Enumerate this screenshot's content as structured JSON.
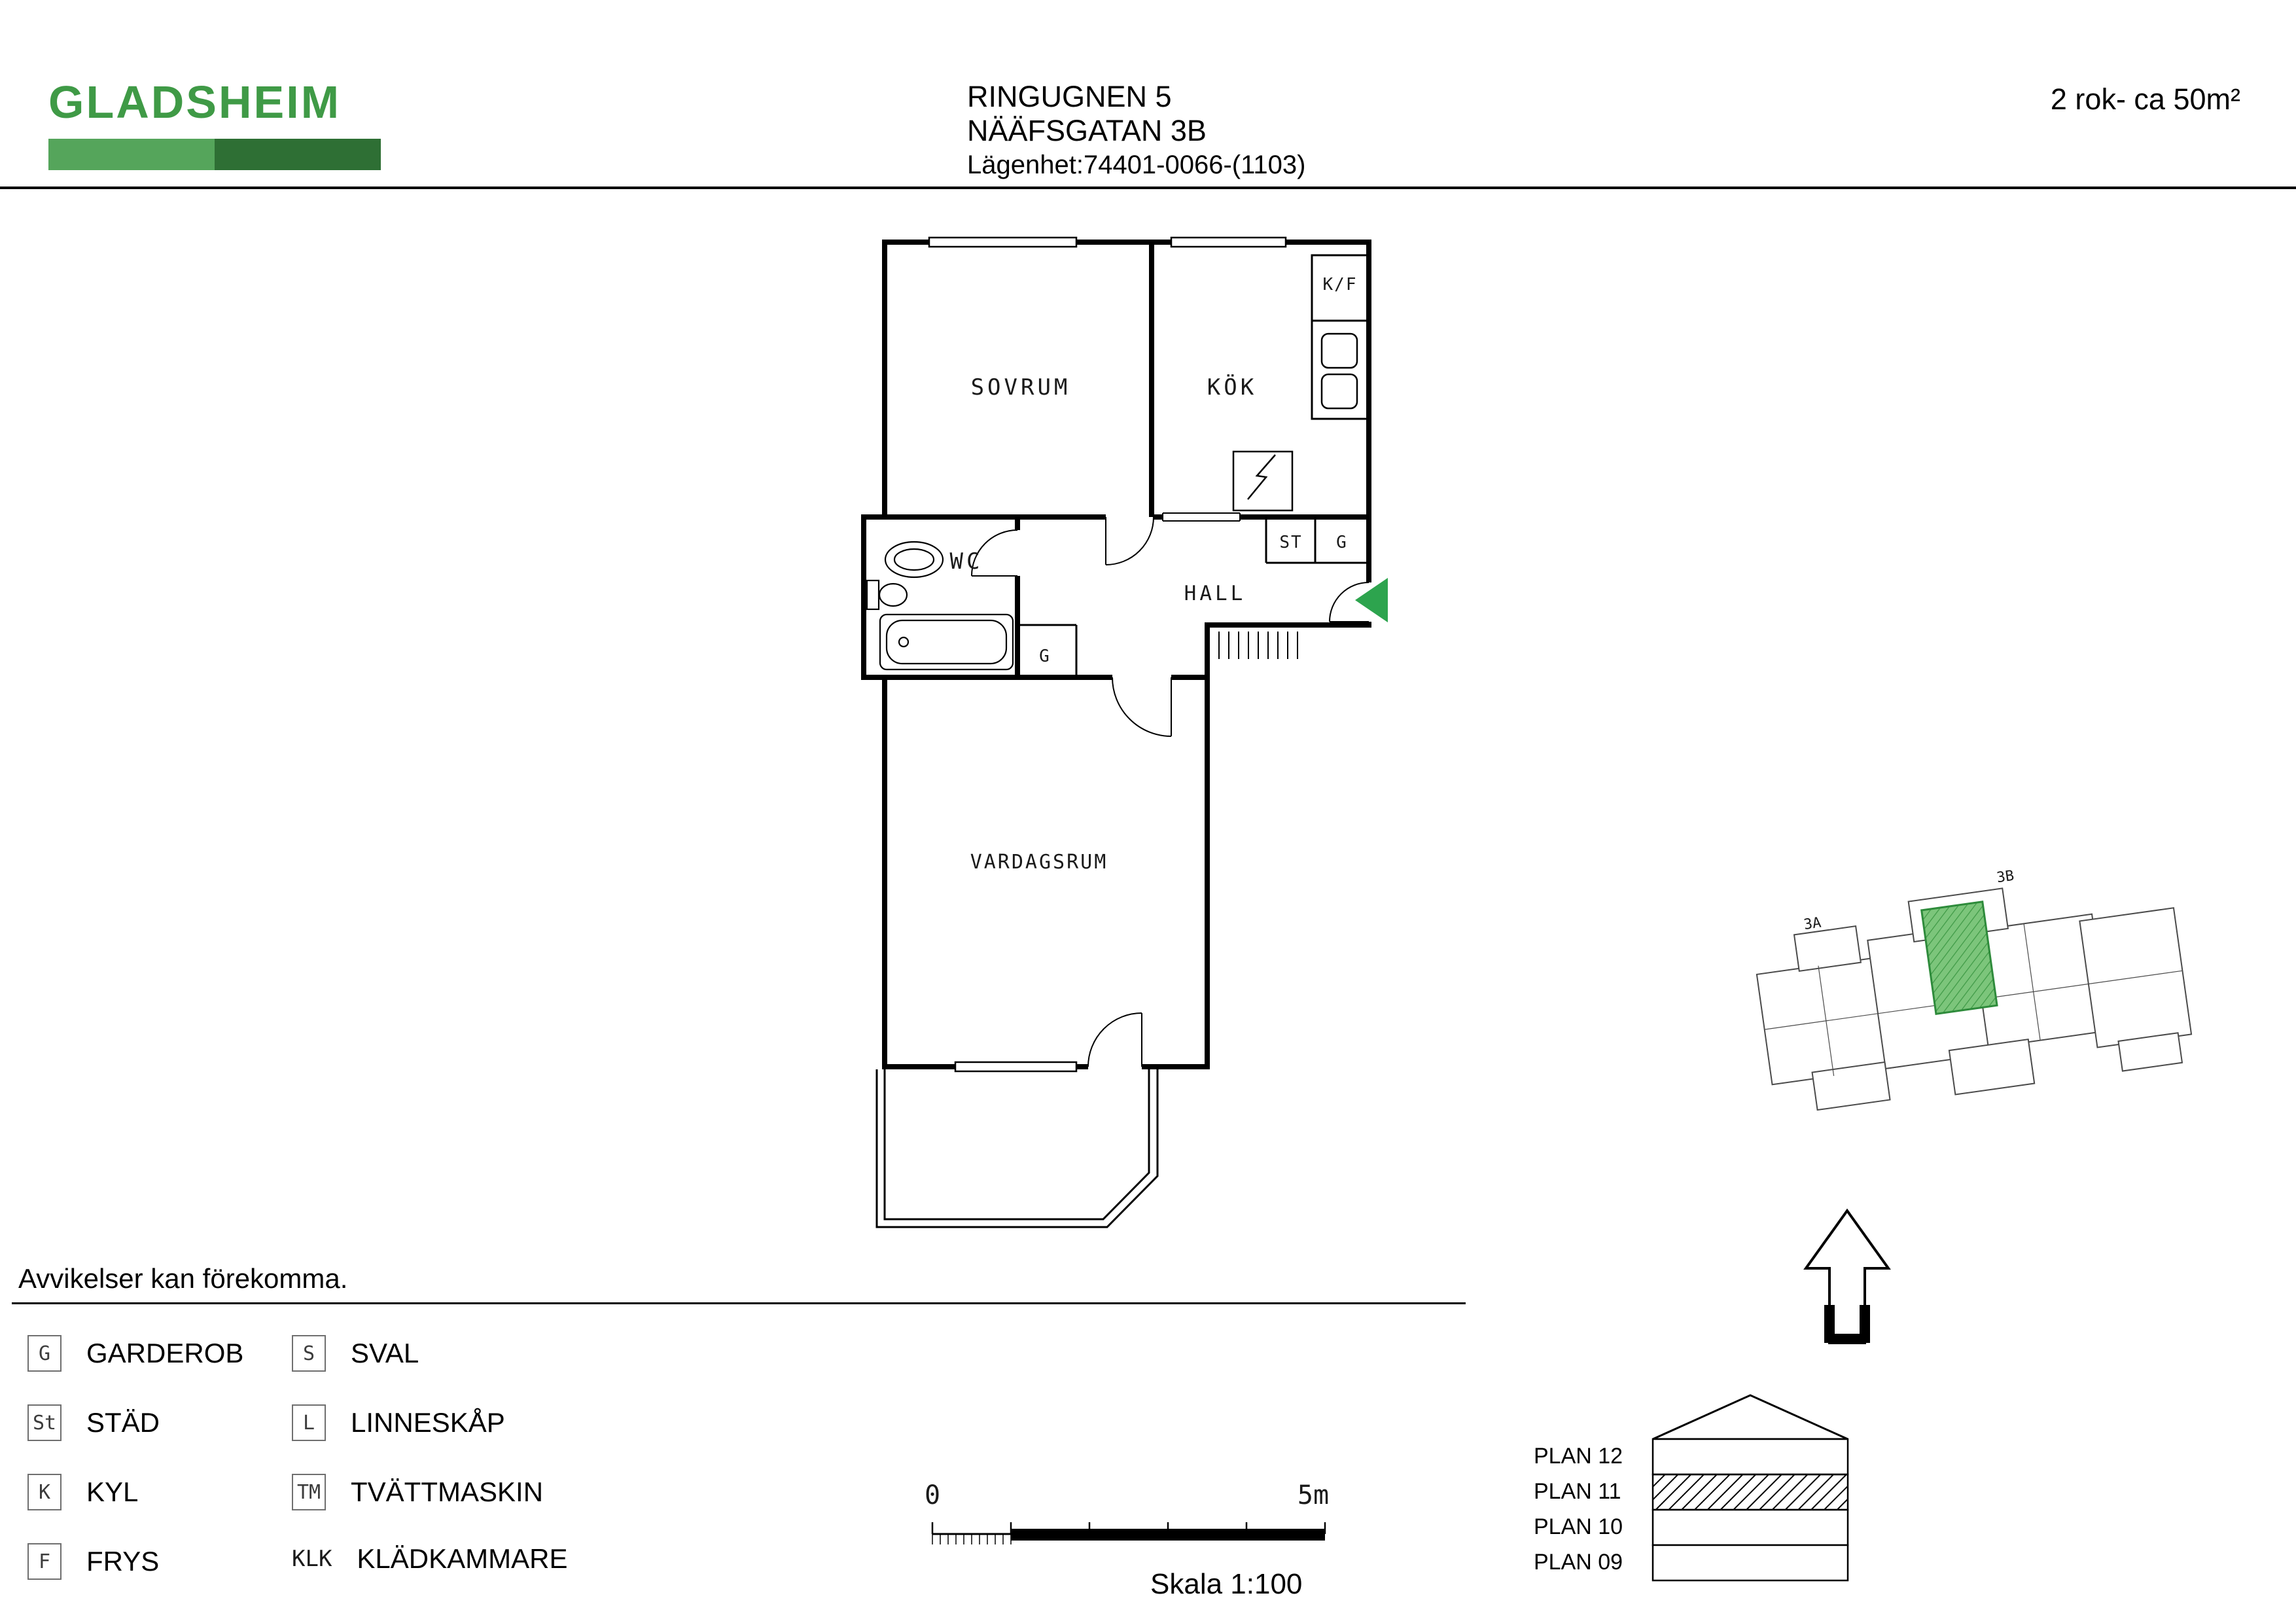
{
  "header": {
    "logo_text": "GLADSHEIM",
    "property_name": "RINGUGNEN 5",
    "street_address": "NÄÄFSGATAN 3B",
    "apartment_id": "Lägenhet:74401-0066-(1103)",
    "size_label": "2 rok- ca 50m²"
  },
  "floorplan": {
    "rooms": {
      "bedroom": "SOVRUM",
      "kitchen": "KÖK",
      "fridge_freezer": "K/F",
      "wc": "WC",
      "hall": "HALL",
      "living_room": "VARDAGSRUM",
      "closet_st": "ST",
      "closet_g_hall": "G",
      "closet_g_wc": "G"
    },
    "icons": {
      "entrance_arrow": "green left-pointing triangle at entry door",
      "bathtub": "bathtub outline",
      "sink": "oval basin",
      "toilet": "toilet outline",
      "stove": "square with lightning zigzag",
      "fridge_freezer_unit": "two rounded squares",
      "stair_hatch": "vertical tick marks outside entry"
    }
  },
  "site_plan": {
    "building_labels": [
      "3A",
      "3B"
    ]
  },
  "disclaimer": "Avvikelser kan förekomma.",
  "legend": {
    "items": [
      {
        "symbol": "G",
        "label": "GARDEROB",
        "boxed": true
      },
      {
        "symbol": "St",
        "label": "STÄD",
        "boxed": true
      },
      {
        "symbol": "K",
        "label": "KYL",
        "boxed": true
      },
      {
        "symbol": "F",
        "label": "FRYS",
        "boxed": true
      },
      {
        "symbol": "S",
        "label": "SVAL",
        "boxed": true
      },
      {
        "symbol": "L",
        "label": "LINNESKÅP",
        "boxed": true
      },
      {
        "symbol": "TM",
        "label": "TVÄTTMASKIN",
        "boxed": true
      },
      {
        "symbol": "KLK",
        "label": "KLÄDKAMMARE",
        "boxed": false
      }
    ]
  },
  "scale_bar": {
    "zero_label": "0",
    "end_label": "5m",
    "caption": "Skala 1:100"
  },
  "floor_index": {
    "plans": [
      {
        "label": "PLAN 12",
        "highlighted": false
      },
      {
        "label": "PLAN 11",
        "highlighted": true
      },
      {
        "label": "PLAN 10",
        "highlighted": false
      },
      {
        "label": "PLAN 09",
        "highlighted": false
      }
    ]
  },
  "colors": {
    "logo_green": "#3f9a46",
    "logo_bar_light": "#55a55b",
    "logo_bar_dark": "#2e6f34",
    "entrance_arrow_green": "#2da44e",
    "unit_highlight_green": "#6abf69",
    "wall_black": "#000000"
  }
}
